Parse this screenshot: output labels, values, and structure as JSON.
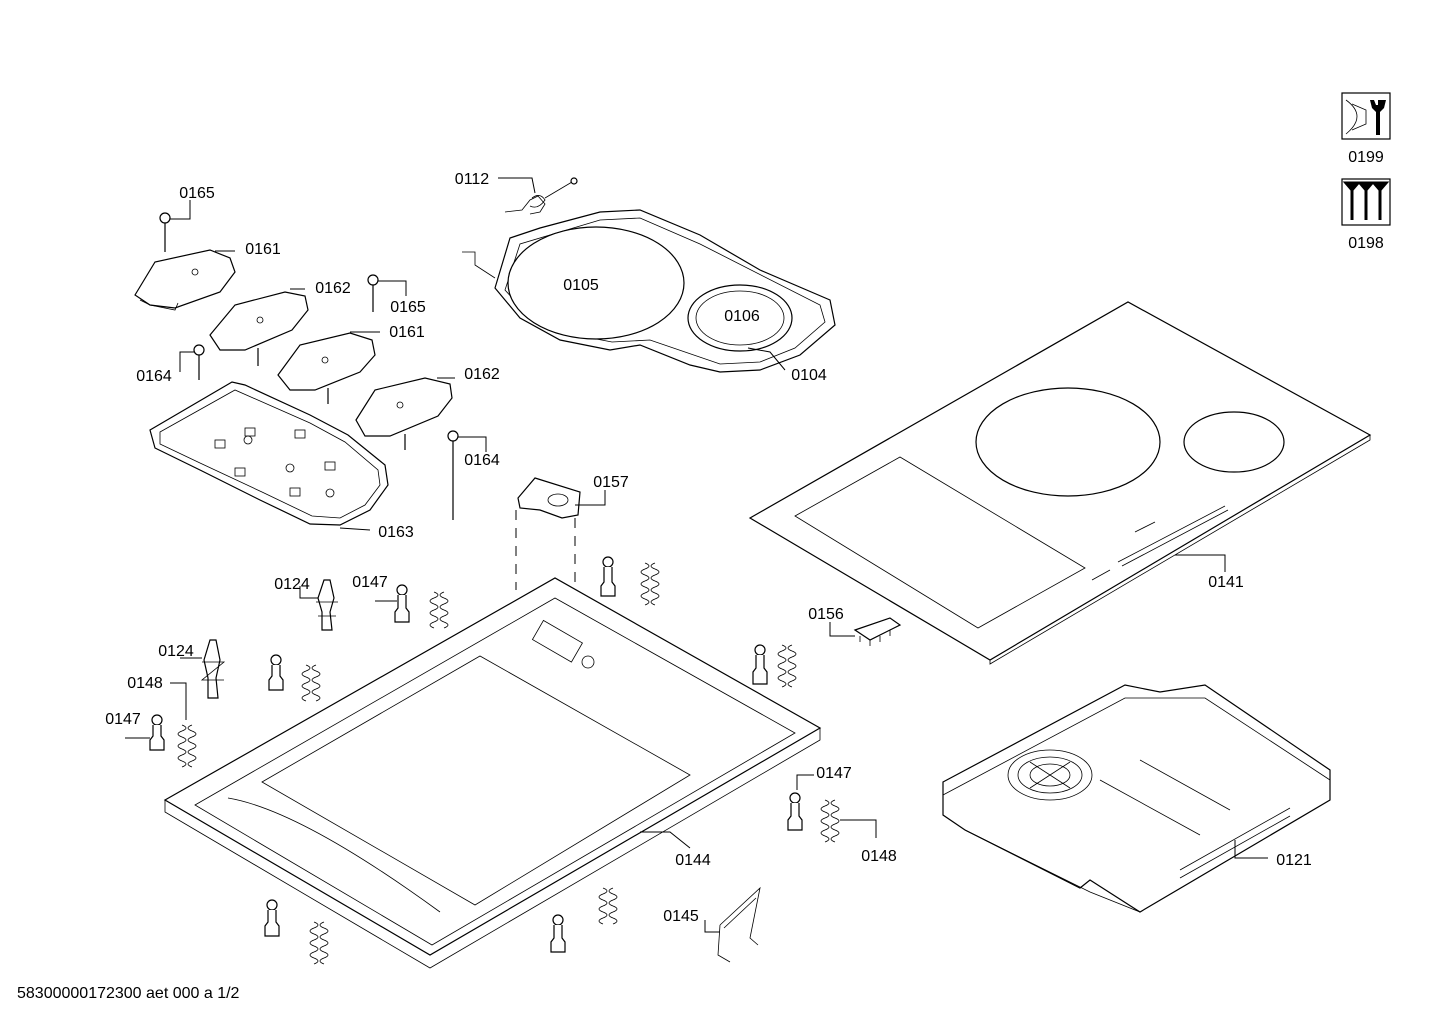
{
  "footer": {
    "document_id": "58300000172300 aet 000 a 1/2"
  },
  "icons": {
    "service_kit": {
      "label": "0199",
      "icon": "wrench-kit-icon"
    },
    "screw_set": {
      "label": "0198",
      "icon": "screws-icon"
    }
  },
  "callouts": {
    "c0112": "0112",
    "c0105": "0105",
    "c0106": "0106",
    "c0104": "0104",
    "c0165a": "0165",
    "c0161a": "0161",
    "c0162a": "0162",
    "c0165b": "0165",
    "c0161b": "0161",
    "c0164a": "0164",
    "c0162b": "0162",
    "c0164b": "0164",
    "c0163": "0163",
    "c0157": "0157",
    "c0141": "0141",
    "c0156": "0156",
    "c0124a": "0124",
    "c0147a": "0147",
    "c0124b": "0124",
    "c0148a": "0148",
    "c0147b": "0147",
    "c0147c": "0147",
    "c0148b": "0148",
    "c0144": "0144",
    "c0145": "0145",
    "c0121": "0121"
  }
}
